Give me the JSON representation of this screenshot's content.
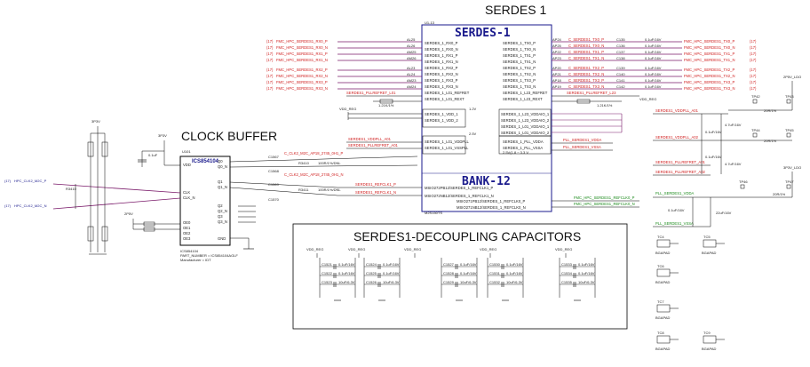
{
  "page_title": "SERDES 1",
  "clock_buffer_title": "CLOCK BUFFER",
  "decoupling_title": "SERDES1-DECOUPLING CAPACITORS",
  "serdes": {
    "refdes": "U1-13",
    "title": "SERDES-1",
    "bank_title": "BANK-12",
    "left_pins": [
      "SERDES_1_RX0_P",
      "SERDES_1_RX0_N",
      "SERDES_1_RX1_P",
      "SERDES_1_RX1_N",
      "SERDES_1_RX2_P",
      "SERDES_1_RX2_N",
      "SERDES_1_RX3_P",
      "SERDES_1_RX3_N",
      "SERDES_1_L01_REFRET",
      "SERDES_1_L01_REXT"
    ],
    "right_pins": [
      "SERDES_1_TX0_P",
      "SERDES_1_TX0_N",
      "SERDES_1_TX1_P",
      "SERDES_1_TX1_N",
      "SERDES_1_TX2_P",
      "SERDES_1_TX2_N",
      "SERDES_1_TX3_P",
      "SERDES_1_TX3_N",
      "SERDES_1_L23_REFRET",
      "SERDES_1_L23_REXT"
    ],
    "vdd_pins_left": [
      "SERDES_1_VDD_1",
      "SERDES_1_VDD_2"
    ],
    "vdd_pins_right": [
      "SERDES_1_L23_VDDAIO_1",
      "SERDES_1_L23_VDDAIO_2",
      "SERDES_1_L01_VDDAIO_1",
      "SERDES_1_L01_VDDAIO_2"
    ],
    "pll_pins": [
      "SERDES_1_L01_VDDPLL",
      "SERDES_1_L01_VSSPLL"
    ],
    "pll_pins_right": [
      "SERDES_1_PLL_VDDA",
      "SERDES_1_PLL_VSSA"
    ],
    "refclk_pins_left": [
      "MSIO272PB12/SERDES_1_REFCLK1_P",
      "MSIO272NB12/SERDES_1_REFCLK1_N"
    ],
    "refclk_pins_right": [
      "MSIO271PB12/SERDES_1_REFCLK0_P",
      "MSIO271NB12/SERDES_1_REFCLK0_N"
    ],
    "part": "M2S150TS",
    "volt_note": "1.2V",
    "volt_note2": "2.5V",
    "volt_note3": "2.5V(1.8 ~ 3.3 V"
  },
  "rx_nets": [
    "FMC_HPC_SERDES1_RX0_P",
    "FMC_HPC_SERDES1_RX0_N",
    "FMC_HPC_SERDES1_RX1_P",
    "FMC_HPC_SERDES1_RX1_N",
    "FMC_HPC_SERDES1_RX2_P",
    "FMC_HPC_SERDES1_RX2_N",
    "FMC_HPC_SERDES1_RX3_P",
    "FMC_HPC_SERDES1_RX3_N"
  ],
  "rx_pins": [
    "AL25",
    "AL26",
    "AM25",
    "AM26",
    "AL23",
    "AL24",
    "AM23",
    "AM24"
  ],
  "tx_nets": [
    "FMC_HPC_SERDES1_TX0_P",
    "FMC_HPC_SERDES1_TX0_N",
    "FMC_HPC_SERDES1_TX1_P",
    "FMC_HPC_SERDES1_TX1_N",
    "FMC_HPC_SERDES1_TX2_P",
    "FMC_HPC_SERDES1_TX2_N",
    "FMC_HPC_SERDES1_TX3_P",
    "FMC_HPC_SERDES1_TX3_N"
  ],
  "tx_local": [
    "C_SERDES1_TX0_P",
    "C_SERDES1_TX0_N",
    "C_SERDES1_TX1_P",
    "C_SERDES1_TX1_N",
    "C_SERDES1_TX2_P",
    "C_SERDES1_TX2_N",
    "C_SERDES1_TX3_P",
    "C_SERDES1_TX3_N"
  ],
  "tx_pins": [
    "AP24",
    "AP25",
    "AP22",
    "AP23",
    "AP20",
    "AP21",
    "AP18",
    "AP19"
  ],
  "tx_caps": [
    "C135",
    "C136",
    "C137",
    "C138",
    "C139",
    "C140",
    "C141",
    "C142"
  ],
  "tx_cap_value": "0.1uF/16V",
  "sheet_ref": "(17)",
  "clock_buffer": {
    "refdes": "U101",
    "part": "ICS854104",
    "pins_left": [
      "VDD",
      "CLK",
      "CLK_N",
      "OE0",
      "OE1",
      "OE2",
      "OE3"
    ],
    "pins_right": [
      "Q0",
      "Q0_N",
      "Q1",
      "Q1_N",
      "Q2",
      "Q2_N",
      "Q3",
      "Q3_N",
      "GND"
    ],
    "part_label": "ICS854104",
    "part_number": "PART_NUMBER = ICS854104AGLF",
    "manufacturer": "Manufacturer = IDT",
    "inputs": [
      "HPC_CLK2_M2C_P",
      "HPC_CLK2_M2C_N"
    ],
    "outputs": [
      "C_CLK2_M2C_AP18_2745_0H1_P",
      "C_CLK2_M2C_AP18_2745_0H1_N"
    ],
    "refclk_outputs": [
      "SERDES1_REFCLK1_P",
      "SERDES1_REFCLK1_N"
    ],
    "caps": [
      "C1567",
      "C1568",
      "C1569",
      "C1570"
    ],
    "cap_value": "0.1uF",
    "resistors": [
      "R3410",
      "R3411"
    ],
    "res_value": "100R/1%/DNL"
  },
  "power": {
    "vdd_reg": "VDD_REG",
    "rail_3p3": "3P3V",
    "rail_2p5": "2P5V",
    "rail_2p5_ldo": "2P5V_LDO",
    "rail_3p3_ldo": "3P3V_LDO",
    "pll_nets": [
      "SERDES1_VDDPLL_A01",
      "SERDES1_VDDPLL_A02",
      "SERDES1_PLLREFRET_A01",
      "SERDES1_PLLREFRET_A02"
    ],
    "pll_vdda": "PLL_SERDES1_VDDA",
    "pll_vssa": "PLL_SERDES1_VSSA",
    "refret_l01": "SERDES1_PLLREFRET_L01",
    "refret_l23": "SERDES1_PLLREFRET_L23",
    "fmc_refclk": [
      "FMC_HPC_SERDES1_REFCLK0_P",
      "FMC_HPC_SERDES1_REFCLK0_N"
    ],
    "r_value": "1.21K/1%",
    "r_value2": "20R/1%",
    "cap_4p7": "4.7uF/16V",
    "cap_22": "22uF/16V",
    "cap_01": "0.1uF/16V",
    "ferrite": "BEAD",
    "test_points": [
      "TP42",
      "TP43",
      "TP44",
      "TP45",
      "TP46",
      "TP47"
    ]
  },
  "decoupling": {
    "cap_values": [
      "0.1uF/16V",
      "0.1uF/16V",
      "10uF/6.3V"
    ],
    "groups": [
      [
        "C1521",
        "C1522",
        "C1523"
      ],
      [
        "C1524",
        "C1525",
        "C1526"
      ],
      [
        "C1527",
        "C1528",
        "C1529"
      ],
      [
        "C1530",
        "C1531",
        "C1532"
      ],
      [
        "C1533",
        "C1534",
        "C1535"
      ],
      [
        "C1536",
        "C1537",
        "C1538"
      ]
    ]
  },
  "pads": {
    "names": [
      "TC4",
      "TC5",
      "TC6",
      "TC7",
      "TC8",
      "TC9"
    ],
    "label": "BGAPAD"
  },
  "colors": {
    "wire": "#000000",
    "net_red": "#d02020",
    "net_green": "#1a8a1a",
    "title_blue": "#1a1a8c",
    "purple": "#7a1a6a"
  }
}
